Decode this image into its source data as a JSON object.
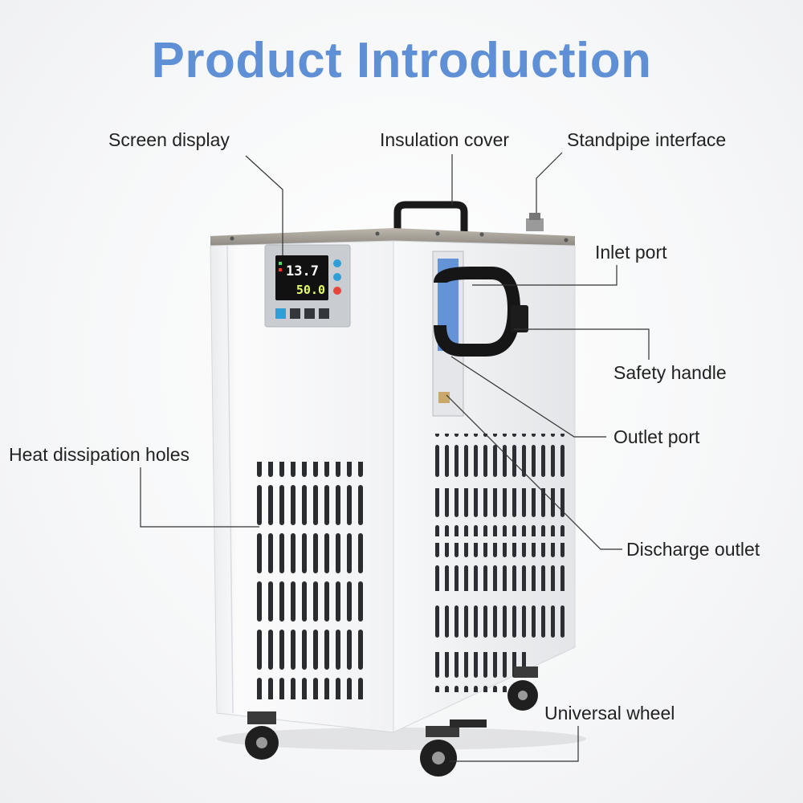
{
  "title": "Product Introduction",
  "labels": {
    "screen_display": "Screen display",
    "insulation_cover": "Insulation cover",
    "standpipe_interface": "Standpipe interface",
    "inlet_port": "Inlet port",
    "safety_handle": "Safety handle",
    "outlet_port": "Outlet port",
    "heat_dissipation_holes": "Heat dissipation holes",
    "discharge_outlet": "Discharge outlet",
    "universal_wheel": "Universal wheel"
  },
  "display": {
    "top_value": "13.7",
    "bottom_value": "50.0"
  },
  "colors": {
    "title": "#5f8fd4",
    "panel": "#f4f5f6",
    "screen_red": "#ff3b30",
    "screen_green": "#4cd964"
  }
}
